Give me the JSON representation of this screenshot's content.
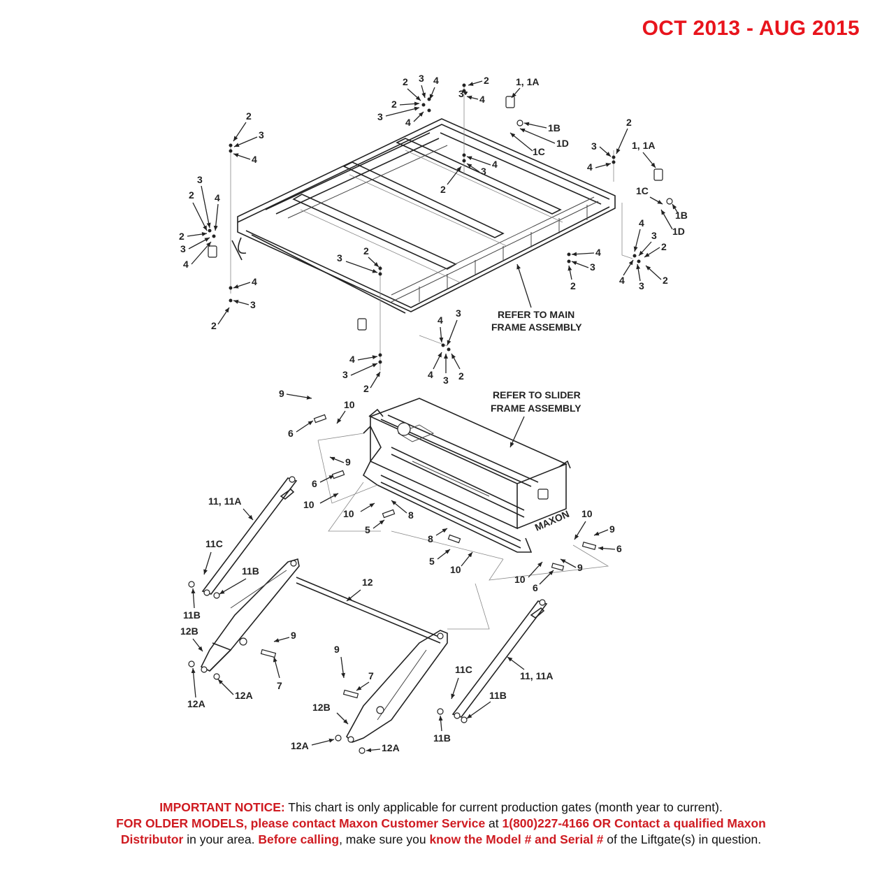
{
  "header": {
    "date_range": "OCT 2013 - AUG 2015"
  },
  "callouts": {
    "c2": "2",
    "c3": "3",
    "c4": "4",
    "c5": "5",
    "c6": "6",
    "c7": "7",
    "c8": "8",
    "c9": "9",
    "c10": "10",
    "c1_1a": "1, 1A",
    "c1b": "1B",
    "c1c": "1C",
    "c1d": "1D",
    "c11_11a": "11, 11A",
    "c11b": "11B",
    "c11c": "11C",
    "c12": "12",
    "c12a": "12A",
    "c12b": "12B"
  },
  "references": {
    "main_frame_line1": "REFER TO MAIN",
    "main_frame_line2": "FRAME ASSEMBLY",
    "slider_frame_line1": "REFER TO SLIDER",
    "slider_frame_line2": "FRAME ASSEMBLY",
    "slider_brand": "MAXON"
  },
  "notice": {
    "l1_bold": "IMPORTANT NOTICE:",
    "l1_text": " This chart is only applicable for current production gates (month year to current).",
    "l2_bold1": "FOR OLDER MODELS, please contact Maxon Customer Service",
    "l2_text1": " at ",
    "l2_bold2": "1(800)227-4166 OR Contact a qualified Maxon",
    "l3_bold1": "Distributor",
    "l3_text1": " in your area. ",
    "l3_bold2": "Before calling",
    "l3_text2": ", make sure you ",
    "l3_bold3": "know the Model # and Serial #",
    "l3_text3": " of the Liftgate(s) in question."
  },
  "colors": {
    "accent_red": "#e8141c",
    "ink": "#222222"
  }
}
